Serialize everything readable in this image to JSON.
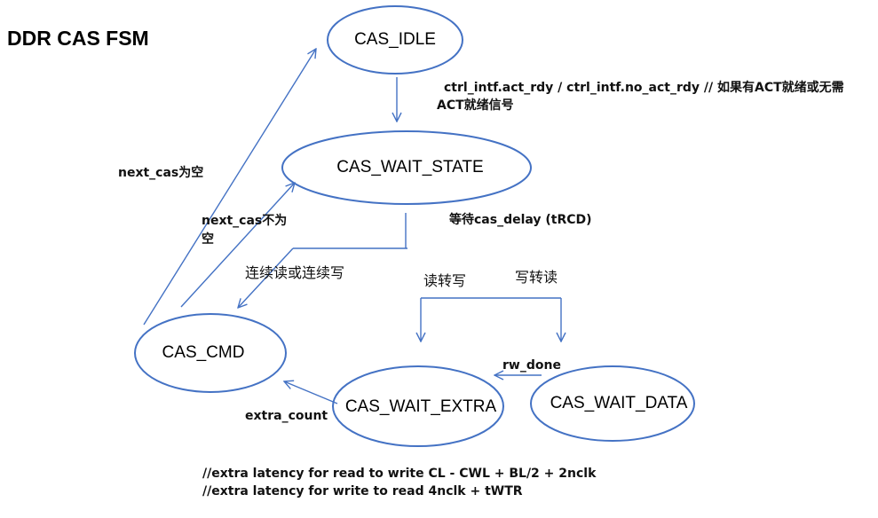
{
  "title": "DDR CAS FSM",
  "states": {
    "idle": "CAS_IDLE",
    "wait_state": "CAS_WAIT_STATE",
    "cmd": "CAS_CMD",
    "wait_extra": "CAS_WAIT_EXTRA",
    "wait_data": "CAS_WAIT_DATA"
  },
  "transitions": {
    "idle_to_wait": "ctrl_intf.act_rdy / ctrl_intf.no_act_rdy // 如果有ACT就绪或无需",
    "idle_to_wait_cont": "ACT就绪信号",
    "wait_delay": "等待cas_delay (tRCD)",
    "cmd_to_idle_1": "next_cas为空",
    "cmd_to_wait_1": "next_cas不为",
    "cmd_to_wait_2": "空",
    "burst": "连续读或连续写",
    "read_to_write": "读转写",
    "write_to_read": "写转读",
    "rw_done": "rw_done",
    "extra_count": "extra_count"
  },
  "notes": [
    "//extra latency for read to write CL - CWL + BL/2 + 2nclk",
    "//extra latency for write to read 4nclk + tWTR"
  ],
  "colors": {
    "edge": "#4472c4",
    "text": "#111111"
  }
}
